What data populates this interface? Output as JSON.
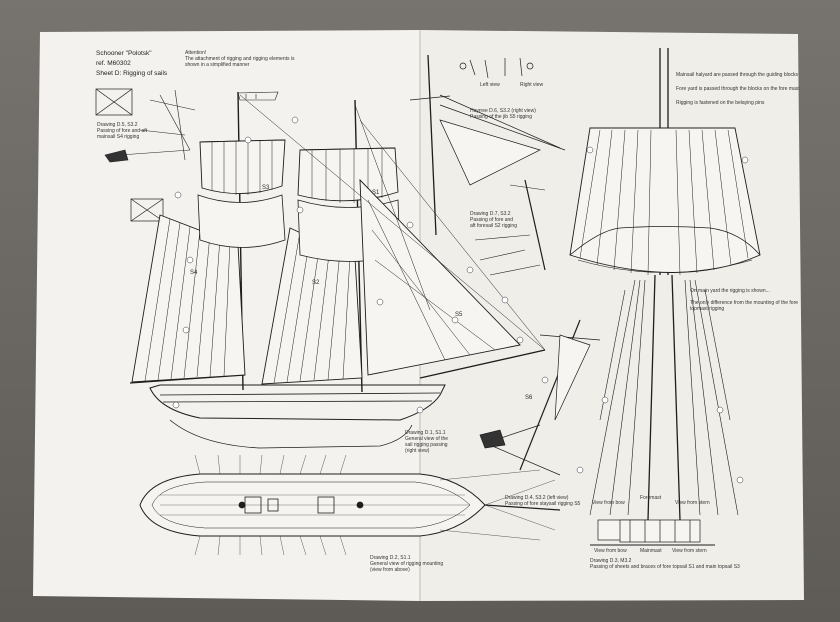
{
  "header": {
    "title_line1": "Schooner \"Polotsk\"",
    "title_line2": "ref. M60302",
    "title_line3": "Sheet D: Rigging of sails"
  },
  "attention_note": {
    "line1": "Attention!",
    "line2": "The attachment of rigging and rigging elements is",
    "line3": "shown in a simplified manner"
  },
  "captions": {
    "d5_line1": "Drawing D.5, S3.2",
    "d5_line2": "Passing of fore and aft",
    "d5_line3": "mainsail S4 rigging",
    "d6_line1": "Hayrree D.6, S3.2 (right view)",
    "d6_line2": "Passing of the jib S5 rigging",
    "left_view": "Left view",
    "right_view": "Right view",
    "d7_line1": "Drawing D.7, S3.2",
    "d7_line2": "Passing of fore and",
    "d7_line3": "aft foresail S2 rigging",
    "d1_line1": "Drawing D.1, S1.1",
    "d1_line2": "General view of the",
    "d1_line3": "sail rigging passing",
    "d1_line4": "(right view)",
    "d2_line1": "Drawing D.2, S1.1",
    "d2_line2": "General view of rigging mounting",
    "d2_line3": "(view from above)",
    "d4_line1": "Drawing D.4, S3.2 (left view)",
    "d4_line2": "Passing of fore staysail rigging S5",
    "d3_line1": "Drawing D.3, M3.2",
    "d3_line2": "Passing of sheets and braces of fore topsail S1 and main topsail S3",
    "view_from_bow": "View from bow",
    "foremast": "Foremast",
    "view_from_stern": "View from stern",
    "mainmast": "Mainmast"
  },
  "sail_labels": [
    "S1",
    "S2",
    "S3",
    "S4",
    "S5",
    "S6"
  ],
  "right_notes": {
    "block1": "Mainsail halyard are passed through the guiding blocks",
    "block2": "Fore yard is passed through the blocks on the fore mast",
    "block3": "Rigging is fastened on the belaying pins",
    "block4": "On main yard the rigging is shown...",
    "block5": "The only difference from the mounting of the fore",
    "block6": "topmast rigging"
  },
  "colors": {
    "paper": "#f2f1ec",
    "ink": "#1e1e1e",
    "table": "#6d6a66"
  }
}
